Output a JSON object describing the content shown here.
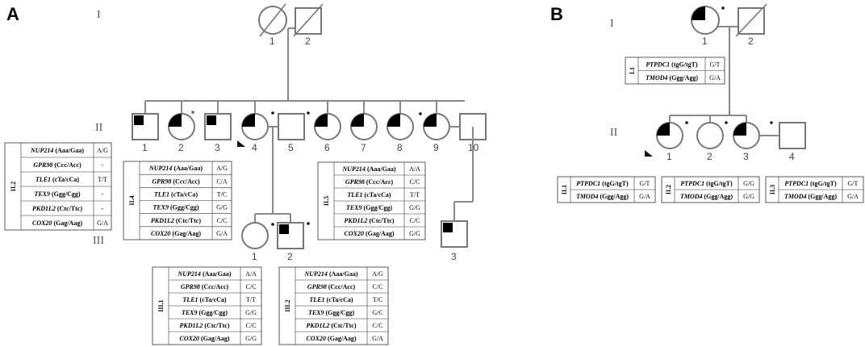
{
  "panels": {
    "a_label": "A",
    "b_label": "B"
  },
  "generations": {
    "I": "I",
    "II": "II",
    "III": "III"
  },
  "panel_a": {
    "gen1_numbers": [
      "1",
      "2"
    ],
    "gen2_numbers": [
      "1",
      "2",
      "3",
      "4",
      "5",
      "6",
      "7",
      "8",
      "9",
      "10"
    ],
    "gen3_numbers": [
      "1",
      "2",
      "3"
    ],
    "tables": [
      {
        "id": "II.2",
        "rows": [
          {
            "gene": "NUP214",
            "allele": "(Aaa/Gaa)",
            "genotype": "A/G"
          },
          {
            "gene": "GPR98",
            "allele": "(Ccc/Acc)",
            "genotype": "-"
          },
          {
            "gene": "TLE1",
            "allele": "(cTa/cCa)",
            "genotype": "T/T"
          },
          {
            "gene": "TEX9",
            "allele": "(Ggg/Cgg)",
            "genotype": "-"
          },
          {
            "gene": "PKD1L2",
            "allele": "(Ctc/Ttc)",
            "genotype": "-"
          },
          {
            "gene": "COX20",
            "allele": "(Gag/Aag)",
            "genotype": "G/A"
          }
        ]
      },
      {
        "id": "II.4",
        "rows": [
          {
            "gene": "NUP214",
            "allele": "(Aaa/Gaa)",
            "genotype": "A/G"
          },
          {
            "gene": "GPR98",
            "allele": "(Ccc/Acc)",
            "genotype": "C/A"
          },
          {
            "gene": "TLE1",
            "allele": "(cTa/cCa)",
            "genotype": "T/C"
          },
          {
            "gene": "TEX9",
            "allele": "(Ggg/Cgg)",
            "genotype": "G/G"
          },
          {
            "gene": "PKD1L2",
            "allele": "(Ctc/Ttc)",
            "genotype": "C/C"
          },
          {
            "gene": "COX20",
            "allele": "(Gag/Aag)",
            "genotype": "G/A"
          }
        ]
      },
      {
        "id": "II.5",
        "rows": [
          {
            "gene": "NUP214",
            "allele": "(Aaa/Gaa)",
            "genotype": "A/A"
          },
          {
            "gene": "GPR98",
            "allele": "(Ccc/Acc)",
            "genotype": "C/C"
          },
          {
            "gene": "TLE1",
            "allele": "(cTa/cCa)",
            "genotype": "T/T"
          },
          {
            "gene": "TEX9",
            "allele": "(Ggg/Cgg)",
            "genotype": "G/G"
          },
          {
            "gene": "PKD1L2",
            "allele": "(Ctc/Ttc)",
            "genotype": "C/C"
          },
          {
            "gene": "COX20",
            "allele": "(Gag/Aag)",
            "genotype": "G/G"
          }
        ]
      },
      {
        "id": "III.1",
        "rows": [
          {
            "gene": "NUP214",
            "allele": "(Aaa/Gaa)",
            "genotype": "A/A"
          },
          {
            "gene": "GPR98",
            "allele": "(Ccc/Acc)",
            "genotype": "C/C"
          },
          {
            "gene": "TLE1",
            "allele": "(cTa/cCa)",
            "genotype": "T/T"
          },
          {
            "gene": "TEX9",
            "allele": "(Ggg/Cgg)",
            "genotype": "G/G"
          },
          {
            "gene": "PKD1L2",
            "allele": "(Ctc/Ttc)",
            "genotype": "C/C"
          },
          {
            "gene": "COX20",
            "allele": "(Gag/Aag)",
            "genotype": "G/G"
          }
        ]
      },
      {
        "id": "III.2",
        "rows": [
          {
            "gene": "NUP214",
            "allele": "(Aaa/Gaa)",
            "genotype": "A/G"
          },
          {
            "gene": "GPR98",
            "allele": "(Ccc/Acc)",
            "genotype": "C/C"
          },
          {
            "gene": "TLE1",
            "allele": "(cTa/cCa)",
            "genotype": "T/C"
          },
          {
            "gene": "TEX9",
            "allele": "(Ggg/Cgg)",
            "genotype": "G/C"
          },
          {
            "gene": "PKD1L2",
            "allele": "(Ctc/Ttc)",
            "genotype": "C/C"
          },
          {
            "gene": "COX20",
            "allele": "(Gag/Aag)",
            "genotype": "G/A"
          }
        ]
      }
    ]
  },
  "panel_b": {
    "gen1_numbers": [
      "1",
      "2"
    ],
    "gen2_numbers": [
      "1",
      "2",
      "3",
      "4"
    ],
    "tables": [
      {
        "id": "I.1",
        "rows": [
          {
            "gene": "PTPDC1",
            "allele": "(tgG/tgT)",
            "genotype": "G/T"
          },
          {
            "gene": "TMOD4",
            "allele": "(Ggg/Agg)",
            "genotype": "G/A"
          }
        ]
      },
      {
        "id": "II.1",
        "rows": [
          {
            "gene": "PTPDC1",
            "allele": "(tgG/tgT)",
            "genotype": "G/T"
          },
          {
            "gene": "TMOD4",
            "allele": "(Ggg/Agg)",
            "genotype": "G/A"
          }
        ]
      },
      {
        "id": "II.2",
        "rows": [
          {
            "gene": "PTPDC1",
            "allele": "(tgG/tgT)",
            "genotype": "G/G"
          },
          {
            "gene": "TMOD4",
            "allele": "(Ggg/Agg)",
            "genotype": "G/G"
          }
        ]
      },
      {
        "id": "II.3",
        "rows": [
          {
            "gene": "PTPDC1",
            "allele": "(tgG/tgT)",
            "genotype": "G/T"
          },
          {
            "gene": "TMOD4",
            "allele": "(Ggg/Agg)",
            "genotype": "G/A"
          }
        ]
      }
    ]
  }
}
